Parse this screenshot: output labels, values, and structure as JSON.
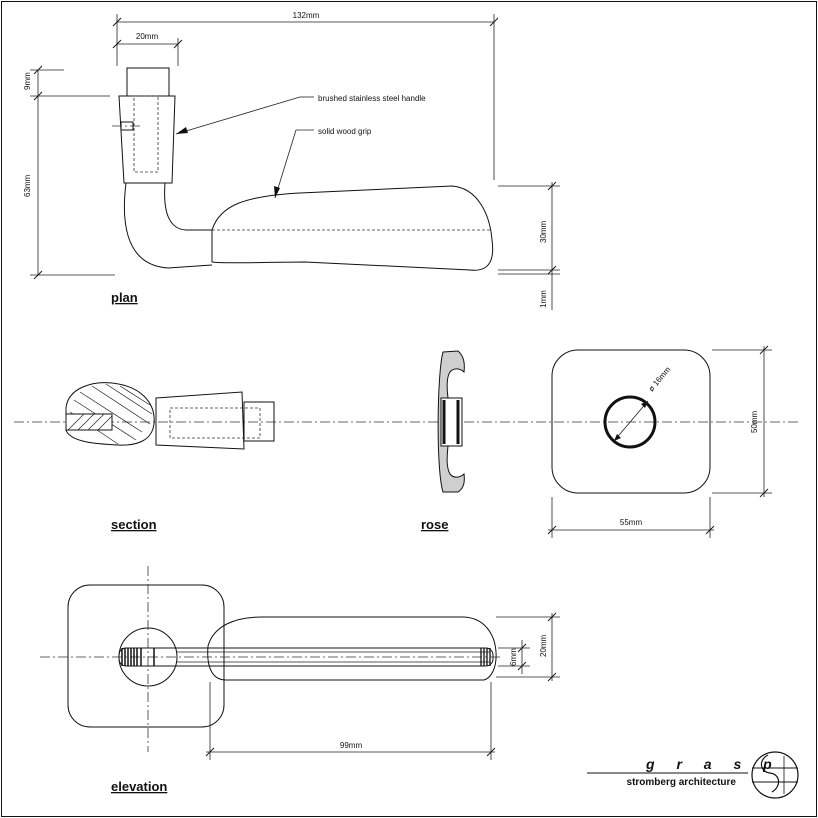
{
  "drawing": {
    "views": {
      "plan": "plan",
      "section": "section",
      "rose": "rose",
      "elevation": "elevation"
    },
    "dimensions": {
      "overall_length": "132mm",
      "handle_width": "20mm",
      "top_offset": "9mm",
      "handle_height": "63mm",
      "grip_depth": "30mm",
      "base_gap": "1mm",
      "rose_diameter": "ø 16mm",
      "rose_height": "50mm",
      "rose_width": "55mm",
      "grip_length": "99mm",
      "lever_thickness": "6mm",
      "lever_height": "20mm"
    },
    "annotations": {
      "handle": "brushed stainless steel handle",
      "grip": "solid wood grip"
    }
  },
  "title_block": {
    "brand": "g r a s p",
    "firm": "stromberg architecture"
  }
}
